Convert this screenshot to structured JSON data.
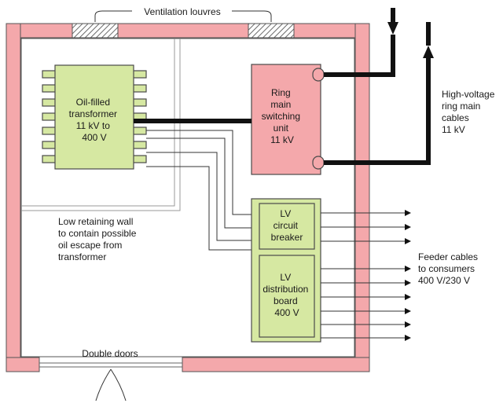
{
  "labels": {
    "ventilation": "Ventilation louvres",
    "transformer": [
      "Oil-filled",
      "transformer",
      "11 kV to",
      "400 V"
    ],
    "ring_main": [
      "Ring",
      "main",
      "switching",
      "unit",
      "11 kV"
    ],
    "hv_cables": [
      "High-voltage",
      "ring main",
      "cables",
      "11 kV"
    ],
    "lv_breaker": [
      "LV",
      "circuit",
      "breaker"
    ],
    "lv_board": [
      "LV",
      "distribution",
      "board",
      "400 V"
    ],
    "retaining_wall": [
      "Low retaining wall",
      "to contain possible",
      "oil escape from",
      "transformer"
    ],
    "feeder": [
      "Feeder cables",
      "to consumers",
      "400 V/230 V"
    ],
    "double_doors": "Double doors"
  },
  "colors": {
    "wall": "#f4a8ab",
    "equipment_green": "#d6e8a2",
    "switch_pink": "#f4a8ab",
    "hatch": "#6a6a6a"
  }
}
